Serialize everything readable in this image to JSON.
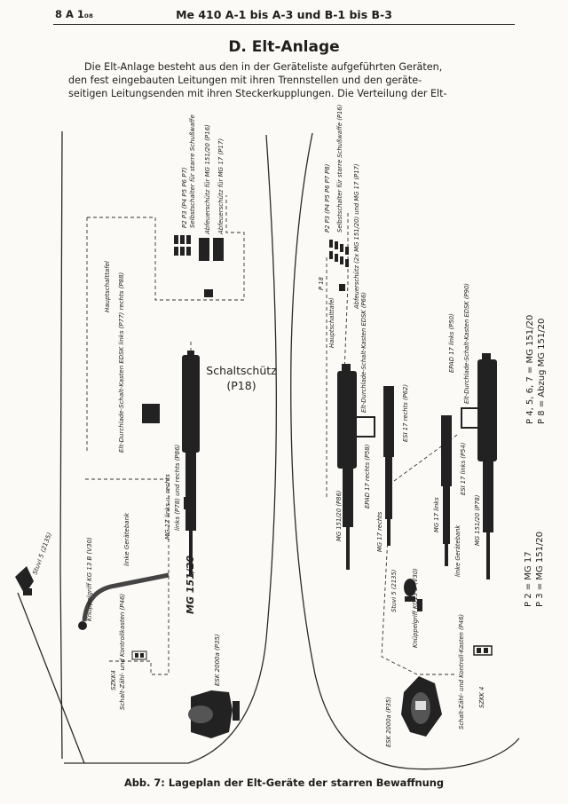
{
  "header": {
    "page_ref": "8 A 1₀₈",
    "doc_title": "Me 410 A-1 bis A-3 und B-1 bis B-3"
  },
  "section_title": "D. Elt-Anlage",
  "intro_lines": [
    "Die Elt-Anlage besteht aus den in der Geräteliste aufgeführten Geräten,",
    "den fest eingebauten Leitungen mit ihren Trennstellen und den geräte-",
    "seitigen Leitungsenden mit ihren Steckerkupplungen. Die Verteilung der Elt-"
  ],
  "figure": {
    "left_labels": {
      "selbstschalter": "Selbstschalter für starre Schußwaffe",
      "p_switches": "P2 P3 (P4 P5 P6 P7)",
      "abfeuerschuetz_mg151": "Abfeuerschütz für MG 151/20 (P16)",
      "abfeuerschuetz_mg17": "Abfeuerschütz für MG 17 (P17)",
      "hauptschalttafel": "Hauptschalttafel",
      "schaltschuetz": "Schaltschütz",
      "schaltschuetz_code": "(P18)",
      "edsk": "Elt-Durchlade-Schalt-Kasten EDSK links (P77) rechts (P88)",
      "linke_geraetebank": "linke Gerätebank",
      "mg17_links_rechts": "MG 17 links u. rechts",
      "mg151_links_rechts": "links (P78) und rechts (P86)",
      "mg151_name": "MG 151/20",
      "knueppelgriff": "Knüppelgriff KG 13 B (V30)",
      "stuvi": "Stuvi 5 (2135)",
      "szkk": "SZKK4",
      "zaehl_kontroll": "Schalt-Zähl- und Kontrollkasten (P46)",
      "esk": "ESK 2000a (P35)"
    },
    "right_labels": {
      "selbstschalter": "Selbstschalter für starre Schußwaffe (P16)",
      "p_switches": "P2 P3 (P4 P5 P6 P7 P8)",
      "abfeuerschuetz": "Abfeuerschütz (2x MG 151/20) und MG 17 (P17)",
      "p18": "P 18",
      "hauptschalttafel": "Hauptschalttafel",
      "edsk_links": "Elt-Durchlade-Schalt-Kasten EDSK (P66)",
      "esi17_rechts": "ESI 17 rechts (P62)",
      "epad17_rechts": "EPAD 17 rechts (P58)",
      "mg17_rechts": "MG 17 rechts",
      "mg151_p86": "MG 151/20 (P86)",
      "epad17_links": "EPAD 17 links (P50)",
      "edsk_rechts": "Elt-Durchlade-Schalt-Kasten EDSK (P90)",
      "esi17_links": "ESI 17 links (P54)",
      "mg17_links": "MG 17 links",
      "mg151_p78": "MG 151/20 (P78)",
      "linke_geraetebank": "linke Gerätebank",
      "stuvi": "Stuvi 5 (2135)",
      "knueppelgriff": "Knüppelgriff KG13 B (V30)",
      "esk": "ESK 2000a (P35)",
      "zaehl_kontroll": "Schalt-Zähl- und Kontroll-Kasten (P46)",
      "szkk": "SZKK 4"
    },
    "legend_lines": [
      "P 4, 5, 6, 7 = MG 151/20",
      "P 8 = Abzug MG 151/20",
      "P 2 = MG 17",
      "P 3 = MG 151/20"
    ]
  },
  "caption": "Abb. 7: Lageplan der Elt-Geräte der starren Bewaffnung"
}
